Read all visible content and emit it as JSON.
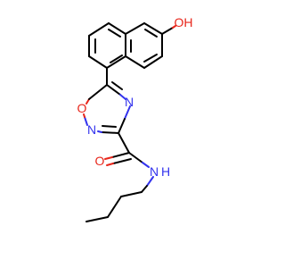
{
  "atoms": {
    "hydroxyl": {
      "label": "OH",
      "color": "#e8261b"
    },
    "ring_oxygen": {
      "label": "O",
      "color": "#e8261b"
    },
    "ring_nitrogen_top": {
      "label": "N",
      "color": "#3333ee"
    },
    "ring_nitrogen_left": {
      "label": "N",
      "color": "#3333ee"
    },
    "carbonyl_oxygen": {
      "label": "O",
      "color": "#e8261b"
    },
    "amide_nitrogen": {
      "label": "N",
      "color": "#3333ee"
    },
    "amide_hydrogen": {
      "label": "H",
      "color": "#3333ee"
    }
  },
  "bond_color": "#000000"
}
